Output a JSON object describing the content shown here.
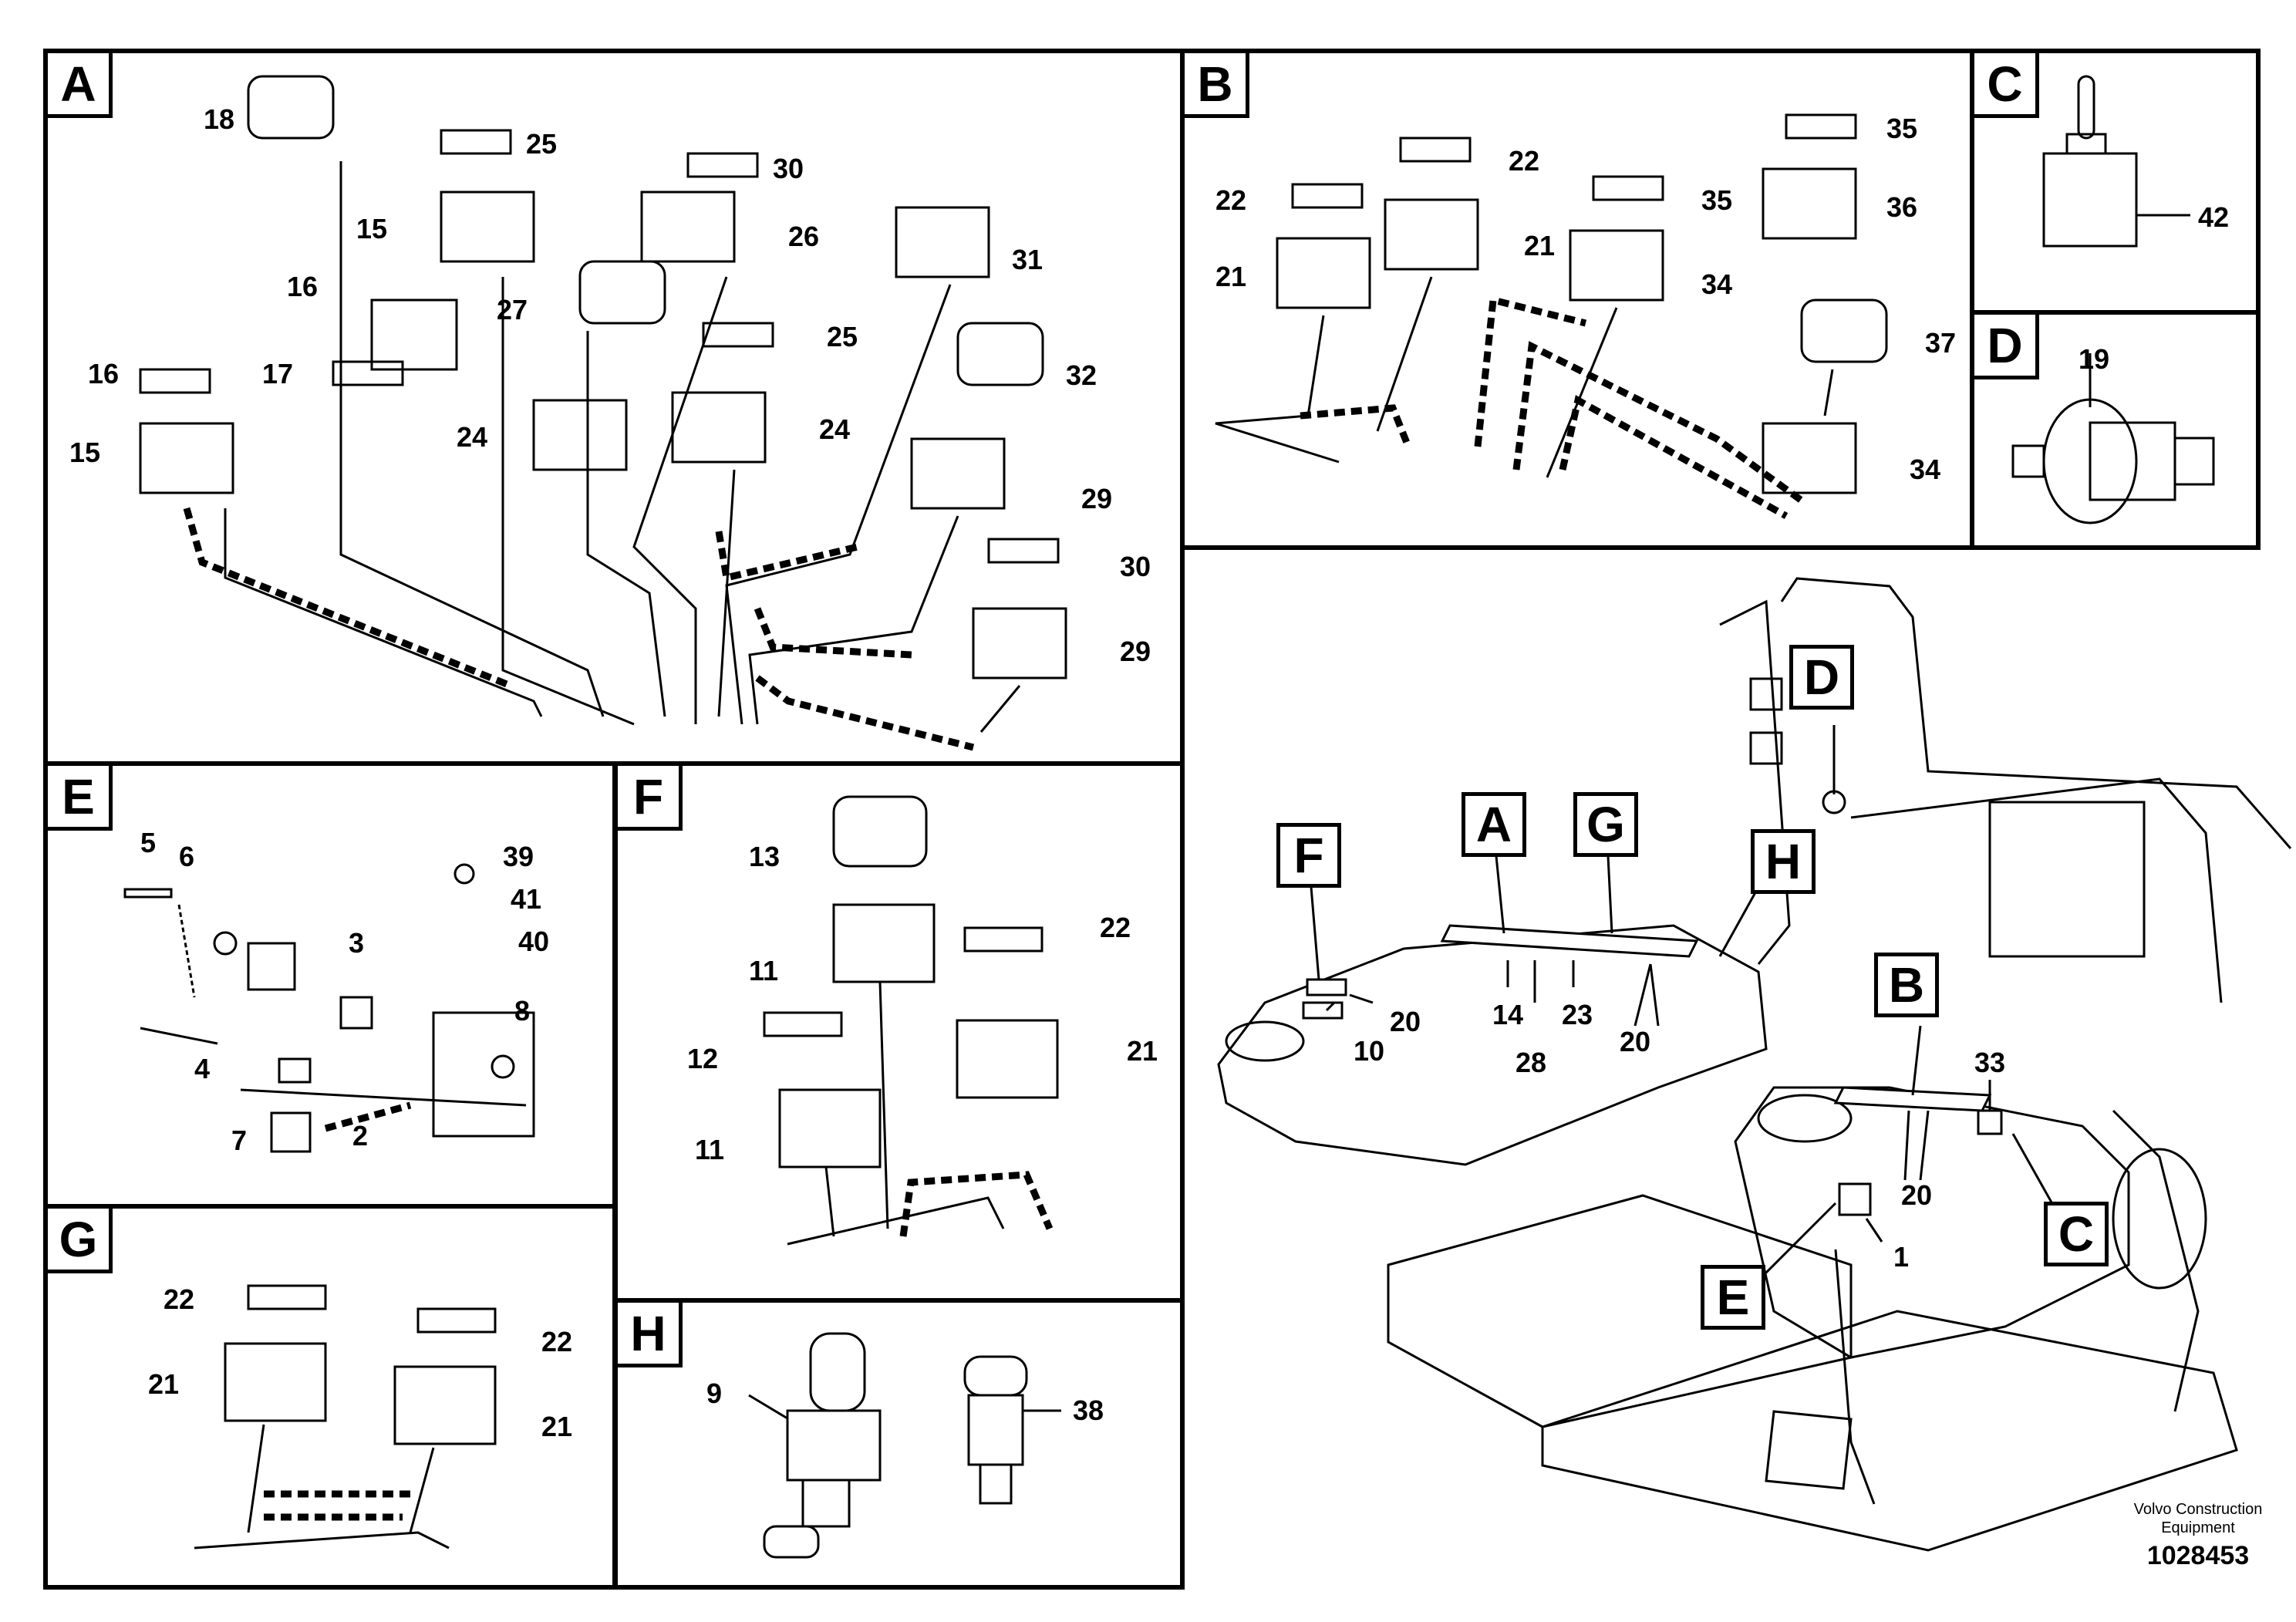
{
  "panels": {
    "A": {
      "label": "A",
      "parts": [
        "18",
        "25",
        "30",
        "15",
        "26",
        "31",
        "16",
        "27",
        "25",
        "16",
        "17",
        "32",
        "24",
        "24",
        "15",
        "29",
        "30",
        "29"
      ]
    },
    "B": {
      "label": "B",
      "parts": [
        "35",
        "22",
        "22",
        "35",
        "36",
        "21",
        "21",
        "34",
        "37",
        "34"
      ]
    },
    "C": {
      "label": "C",
      "parts": [
        "42"
      ]
    },
    "D": {
      "label": "D",
      "parts": [
        "19"
      ]
    },
    "E": {
      "label": "E",
      "parts": [
        "5",
        "6",
        "39",
        "41",
        "3",
        "40",
        "8",
        "4",
        "7",
        "2"
      ]
    },
    "F": {
      "label": "F",
      "parts": [
        "13",
        "22",
        "11",
        "21",
        "12",
        "11"
      ]
    },
    "G": {
      "label": "G",
      "parts": [
        "22",
        "22",
        "21",
        "21"
      ]
    },
    "H": {
      "label": "H",
      "parts": [
        "9",
        "38"
      ]
    }
  },
  "overview": {
    "callouts": [
      "D",
      "F",
      "A",
      "G",
      "H",
      "B",
      "C",
      "E"
    ],
    "parts": [
      "20",
      "10",
      "14",
      "28",
      "23",
      "20",
      "33",
      "20",
      "1"
    ]
  },
  "footer": {
    "company": "Volvo Construction Equipment",
    "drawing_number": "1028453"
  }
}
